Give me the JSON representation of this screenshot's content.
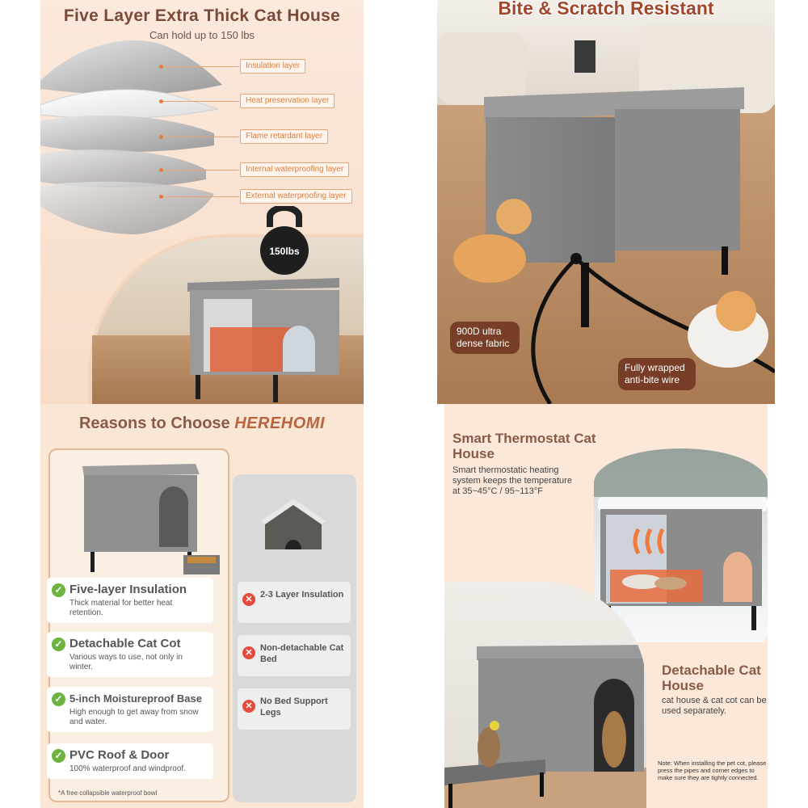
{
  "panel_top_left": {
    "title": "Five Layer Extra Thick Cat House",
    "subtitle": "Can hold up to 150 lbs",
    "layers": [
      "Insulation layer",
      "Heat preservation layer",
      "Flame retardant layer",
      "Internal waterproofing layer",
      "External waterproofing layer"
    ],
    "kettlebell_label": "150lbs"
  },
  "panel_top_right": {
    "title": "Bite & Scratch Resistant",
    "tag_fabric": "900D ultra dense fabric",
    "tag_wire": "Fully wrapped anti-bite wire"
  },
  "panel_bottom_left": {
    "title_prefix": "Reasons to Choose",
    "brand": "HEREHOMI",
    "features": [
      {
        "title": "Five-layer Insulation",
        "desc": "Thick material for better heat retention."
      },
      {
        "title": "Detachable Cat Cot",
        "desc": "Various ways to use, not only in winter."
      },
      {
        "title": "5-inch Moistureproof Base",
        "desc": "High enough to get away from snow and water."
      },
      {
        "title": "PVC Roof & Door",
        "desc": "100% waterproof and windproof."
      }
    ],
    "cons": [
      "2-3 Layer Insulation",
      "Non-detachable Cat Bed",
      "No Bed Support Legs"
    ],
    "footnote": "*A free collapsible waterproof bowl"
  },
  "panel_bottom_right": {
    "title": "Smart Thermostat Cat House",
    "desc": "Smart thermostatic heating system keeps the temperature at 35~45°C / 95~113°F",
    "title2": "Detachable Cat House",
    "desc2": "cat house & cat cot can be used separately.",
    "note": "Note: When installing the pet cot, please press the pipes and corner edges to make sure they are tightly connected."
  },
  "colors": {
    "accent_orange": "#e07d3c",
    "title_brown": "#8a5a48",
    "check_green": "#6cb33f",
    "cross_red": "#e54b3c"
  }
}
